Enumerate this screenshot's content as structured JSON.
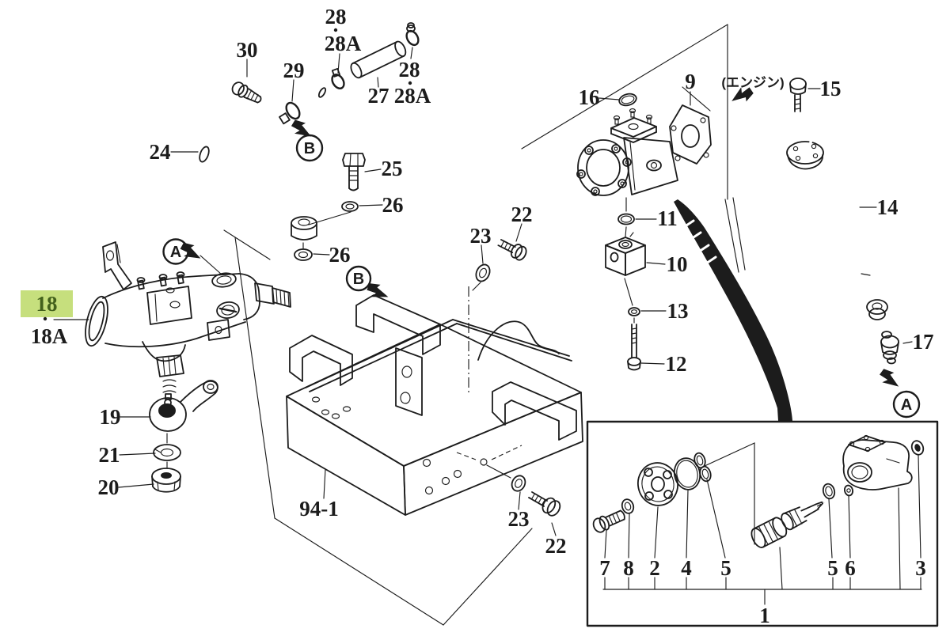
{
  "palette": {
    "paper": "#ffffff",
    "ink": "#1c1c1c",
    "highlight_fill": "#c6df7d",
    "highlight_ink": "#43611c"
  },
  "note_engine": "(エンジン)",
  "callouts": {
    "a": "A",
    "b": "B"
  },
  "labels": {
    "p30": "30",
    "p29": "29",
    "p28_top": "28",
    "p28a_top": "28A",
    "p27": "27",
    "p28_right": "28",
    "p28a_right": "28A",
    "p24": "24",
    "p25": "25",
    "p26_upper": "26",
    "p26_lower": "26",
    "p18": "18",
    "p18a": "18A",
    "p19": "19",
    "p21": "21",
    "p20": "20",
    "p94_1": "94-1",
    "p23_upper": "23",
    "p22_upper": "22",
    "p23_lower": "23",
    "p22_lower": "22",
    "p16": "16",
    "p9": "9",
    "p15": "15",
    "p14": "14",
    "p11": "11",
    "p10": "10",
    "p13": "13",
    "p12": "12",
    "p17": "17",
    "p7": "7",
    "p8": "8",
    "p2": "2",
    "p4": "4",
    "p5_left": "5",
    "p5_right": "5",
    "p6": "6",
    "p3": "3",
    "p1": "1"
  }
}
